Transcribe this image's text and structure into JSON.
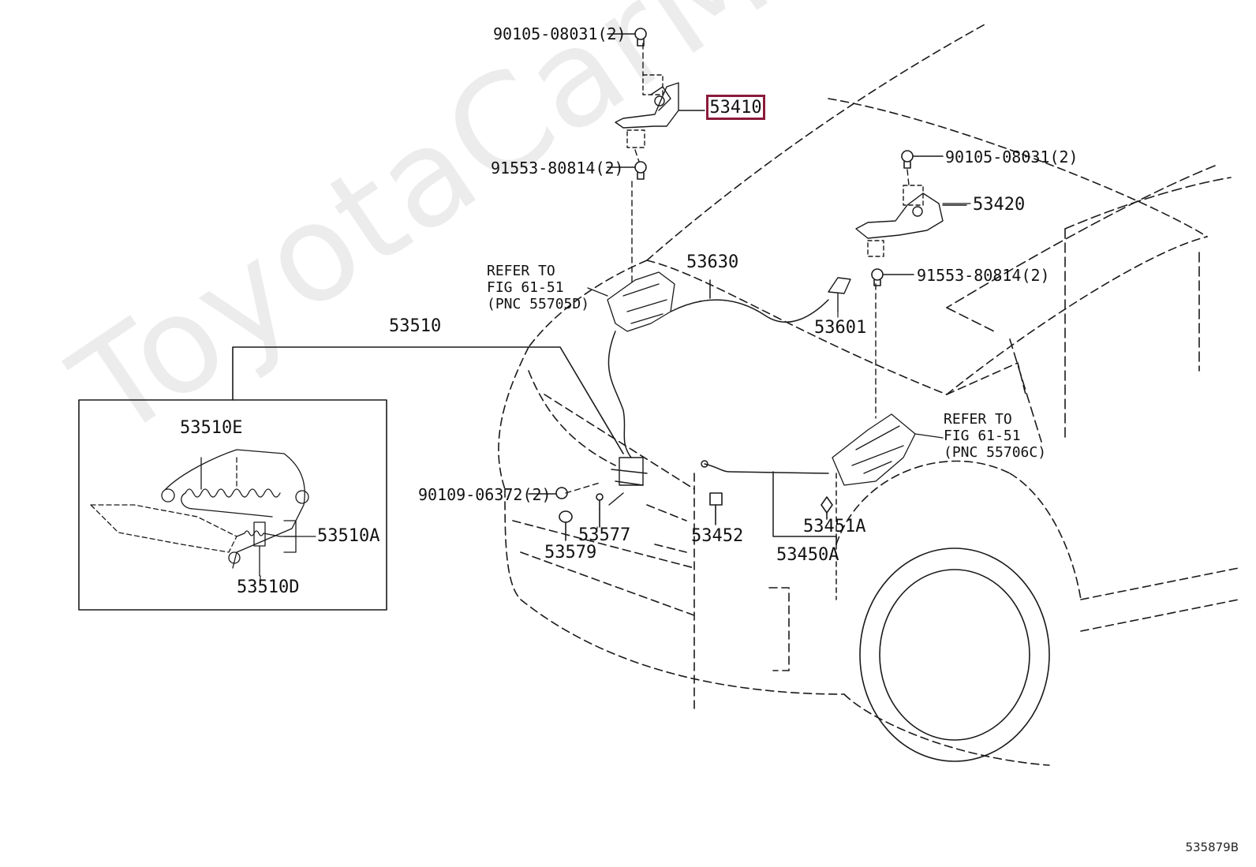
{
  "watermark": "ToyotaCarMiro.ru",
  "figure_number": "535879B",
  "highlighted_part": "53410",
  "parts": {
    "bolt_top_left": "90105-08031(2)",
    "bolt_lower_left": "91553-80814(2)",
    "hinge_left": "53410",
    "bolt_top_right": "90105-08031(2)",
    "hinge_right": "53420",
    "bolt_lower_right": "91553-80814(2)",
    "cable": "53630",
    "handle": "53601",
    "lock_assembly": "53510",
    "spring_e": "53510E",
    "spring_a": "53510A",
    "spring_d": "53510D",
    "bolt_lock": "90109-06372(2)",
    "clip": "53577",
    "cushion": "53579",
    "support_rod": "53452",
    "rod_holder": "53451A",
    "rod_assembly": "53450A"
  },
  "refer_left": [
    "REFER TO",
    "FIG 61-51",
    "(PNC 55705D)"
  ],
  "refer_right": [
    "REFER TO",
    "FIG 61-51",
    "(PNC 55706C)"
  ],
  "colors": {
    "highlight": "#8b1a3a",
    "line": "#1a1a1a",
    "watermark": "#e6e6e6"
  }
}
